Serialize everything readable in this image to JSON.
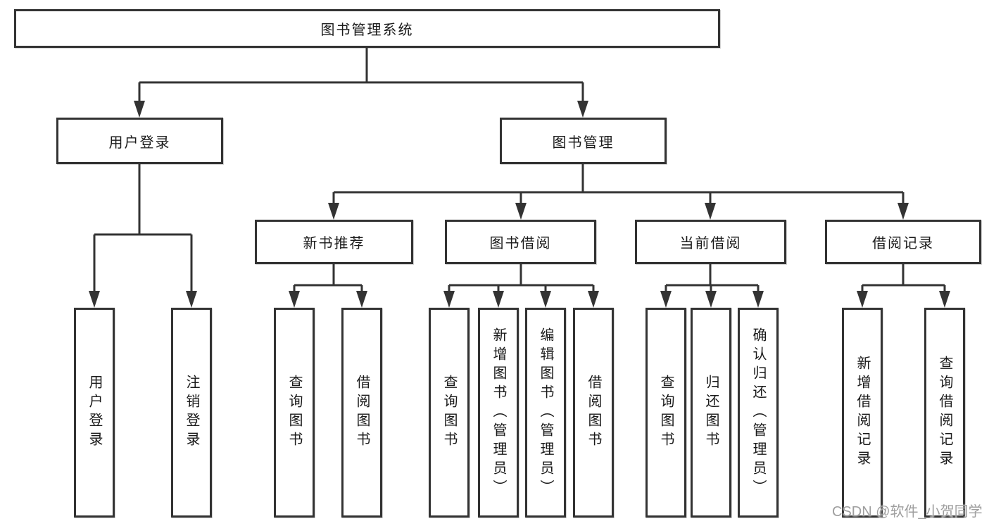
{
  "diagram": {
    "nodes": {
      "root": "图书管理系统",
      "user_login": "用户登录",
      "book_management": "图书管理",
      "new_book_recommend": "新书推荐",
      "book_borrow": "图书借阅",
      "current_borrow": "当前借阅",
      "borrow_records": "借阅记录",
      "leaf_user_login": "用户登录",
      "leaf_logout_login": "注销登录",
      "leaf_nbr_query_book": "查询图书",
      "leaf_nbr_borrow_book": "借阅图书",
      "leaf_bb_query_book": "查询图书",
      "leaf_bb_add_book": "新增图书（管理员）",
      "leaf_bb_edit_book": "编辑图书（管理员）",
      "leaf_bb_borrow_book": "借阅图书",
      "leaf_cb_query_book": "查询图书",
      "leaf_cb_return_book": "归还图书",
      "leaf_cb_confirm_return": "确认归还（管理员）",
      "leaf_br_add_record": "新增借阅记录",
      "leaf_br_query_record": "查询借阅记录"
    }
  },
  "watermark": "CSDN @软件_小贺同学",
  "colors": {
    "line": "#333333",
    "text": "#1a1a1a",
    "background": "#ffffff",
    "watermark": "#9e9e9e"
  }
}
